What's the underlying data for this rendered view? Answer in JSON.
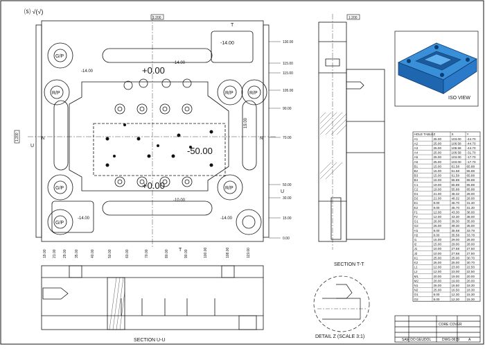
{
  "drawing": {
    "surface_symbols": "⒮ √(√)",
    "scale_tags": [
      "1:200",
      "1:200",
      "1:200"
    ],
    "side_marks": {
      "left": "N",
      "right": "N"
    }
  },
  "top_view": {
    "big_values": [
      "+0.00",
      "-50.00",
      "+0.00"
    ],
    "small_values": [
      "-14.00",
      "-14.00",
      "-14.00",
      "19.00",
      "-10.00",
      "-14.00",
      "-14.00"
    ],
    "hole_labels": [
      "G/P",
      "R/P",
      "R/P",
      "R/P",
      "G/P",
      "R/P",
      "G/P"
    ],
    "section_marks": [
      "T",
      "T",
      "U",
      "U"
    ],
    "bottom_dims": [
      "19.00",
      "21.00",
      "29.00",
      "35.00",
      "40.00",
      "50.00",
      "60.00",
      "70.00",
      "80.00",
      "90.00",
      "100.00",
      "108.00",
      "119.00"
    ],
    "right_dims": [
      "130.00",
      "115.00",
      "115.00",
      "105.00",
      "90.00",
      "70.00",
      "50.00",
      "30.00",
      "15.00",
      "0.00"
    ]
  },
  "views": {
    "section_t": "SECTION T-T",
    "section_u": "SECTION U-U",
    "detail": "DETAIL Z (SCALE 3:1)",
    "iso": "ISO VIEW"
  },
  "hole_table": {
    "rows": [
      [
        "HOLE TABLE",
        "Z",
        "X",
        "Y"
      ],
      [
        "A1",
        "25.00",
        "103.00",
        "-44.70"
      ],
      [
        "A2",
        "25.00",
        "108.58",
        "-44.70"
      ],
      [
        "A3",
        "25.00",
        "108.58",
        "-44.70"
      ],
      [
        "A4",
        "25.00",
        "108.58",
        "-31.70"
      ],
      [
        "A5",
        "25.00",
        "103.00",
        "-17.70"
      ],
      [
        "A6",
        "25.00",
        "103.00",
        "-17.70"
      ],
      [
        "B1",
        "15.00",
        "61.58",
        "65.88"
      ],
      [
        "B2",
        "15.00",
        "61.58",
        "65.88"
      ],
      [
        "B3",
        "15.00",
        "61.58",
        "65.88"
      ],
      [
        "B4",
        "15.00",
        "55.88",
        "65.88"
      ],
      [
        "C1",
        "19.00",
        "55.88",
        "65.88"
      ],
      [
        "C2",
        "19.00",
        "55.88",
        "65.88"
      ],
      [
        "D1",
        "21.00",
        "48.32",
        "28.00"
      ],
      [
        "D2",
        "21.00",
        "48.32",
        "28.00"
      ],
      [
        "E1",
        "8.00",
        "45.70",
        "31.30"
      ],
      [
        "E2",
        "8.00",
        "45.70",
        "31.30"
      ],
      [
        "F1",
        "12.00",
        "43.30",
        "38.00"
      ],
      [
        "F2",
        "12.00",
        "43.30",
        "38.00"
      ],
      [
        "G1",
        "26.00",
        "39.30",
        "35.00"
      ],
      [
        "G2",
        "26.00",
        "39.30",
        "35.00"
      ],
      [
        "H1",
        "8.00",
        "35.58",
        "33.78"
      ],
      [
        "H2",
        "8.00",
        "35.58",
        "33.78"
      ],
      [
        "I1",
        "15.00",
        "29.00",
        "28.00"
      ],
      [
        "I2",
        "15.00",
        "29.00",
        "28.00"
      ],
      [
        "J1",
        "10.00",
        "27.58",
        "27.50"
      ],
      [
        "J2",
        "10.00",
        "27.58",
        "27.50"
      ],
      [
        "K1",
        "25.00",
        "25.00",
        "30.70"
      ],
      [
        "K2",
        "25.00",
        "25.00",
        "30.70"
      ],
      [
        "L1",
        "12.00",
        "23.00",
        "22.50"
      ],
      [
        "L2",
        "12.00",
        "23.00",
        "22.50"
      ],
      [
        "M1",
        "20.00",
        "19.00",
        "20.00"
      ],
      [
        "M2",
        "20.00",
        "19.00",
        "20.00"
      ],
      [
        "N1",
        "25.00",
        "16.50",
        "18.30"
      ],
      [
        "N2",
        "25.00",
        "16.50",
        "18.30"
      ],
      [
        "O1",
        "8.00",
        "12.30",
        "15.30"
      ],
      [
        "O2",
        "8.00",
        "12.30",
        "15.30"
      ]
    ]
  },
  "title_block": {
    "company": "SAM DO GEUDOL",
    "part_name": "CORE COVER",
    "drawing_no": "DWG-0619",
    "rev": "A"
  }
}
